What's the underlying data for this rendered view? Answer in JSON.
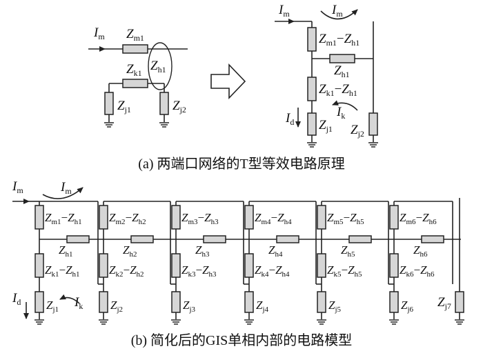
{
  "captions": {
    "a": "(a)  两端口网络的T型等效电路原理",
    "b": "(b)  简化后的GIS单相内部的电路模型"
  },
  "a_left": {
    "Zm1": [
      "Z",
      "m1"
    ],
    "Zh1": [
      "Z",
      "h1"
    ],
    "Zk1": [
      "Z",
      "k1"
    ],
    "Zj1": [
      "Z",
      "j1"
    ],
    "Zj2": [
      "Z",
      "j2"
    ],
    "Im": [
      "I",
      "m"
    ]
  },
  "a_right": {
    "Im_in": [
      "I",
      "m"
    ],
    "Im_loop": [
      "I",
      "m"
    ],
    "Zm1h1": [
      "Z",
      "m1",
      "−",
      "Z",
      "h1"
    ],
    "Zh1": [
      "Z",
      "h1"
    ],
    "Zk1h1": [
      "Z",
      "k1",
      "−",
      "Z",
      "h1"
    ],
    "Zj1": [
      "Z",
      "j1"
    ],
    "Zj2": [
      "Z",
      "j2"
    ],
    "Id": [
      "I",
      "d"
    ],
    "Ik": [
      "I",
      "k"
    ]
  },
  "b": {
    "Im_in": [
      "I",
      "m"
    ],
    "Im_loop": [
      "I",
      "m"
    ],
    "Id": [
      "I",
      "d"
    ],
    "Ik": [
      "I",
      "k"
    ],
    "sections": [
      {
        "top": [
          "Z",
          "m1",
          "−",
          "Z",
          "h1"
        ],
        "mid": [
          "Z",
          "h1"
        ],
        "low": [
          "Z",
          "k1",
          "−",
          "Z",
          "h1"
        ],
        "j": [
          "Z",
          "j1"
        ]
      },
      {
        "top": [
          "Z",
          "m2",
          "−",
          "Z",
          "h2"
        ],
        "mid": [
          "Z",
          "h2"
        ],
        "low": [
          "Z",
          "k2",
          "−",
          "Z",
          "h2"
        ],
        "j": [
          "Z",
          "j2"
        ]
      },
      {
        "top": [
          "Z",
          "m3",
          "−",
          "Z",
          "h3"
        ],
        "mid": [
          "Z",
          "h3"
        ],
        "low": [
          "Z",
          "k3",
          "−",
          "Z",
          "h3"
        ],
        "j": [
          "Z",
          "j3"
        ]
      },
      {
        "top": [
          "Z",
          "m4",
          "−",
          "Z",
          "h4"
        ],
        "mid": [
          "Z",
          "h4"
        ],
        "low": [
          "Z",
          "k4",
          "−",
          "Z",
          "h4"
        ],
        "j": [
          "Z",
          "j4"
        ]
      },
      {
        "top": [
          "Z",
          "m5",
          "−",
          "Z",
          "h5"
        ],
        "mid": [
          "Z",
          "h5"
        ],
        "low": [
          "Z",
          "k5",
          "−",
          "Z",
          "h5"
        ],
        "j": [
          "Z",
          "j5"
        ]
      },
      {
        "top": [
          "Z",
          "m6",
          "−",
          "Z",
          "h6"
        ],
        "mid": [
          "Z",
          "h6"
        ],
        "low": [
          "Z",
          "k6",
          "−",
          "Z",
          "h6"
        ],
        "j": [
          "Z",
          "j6"
        ]
      }
    ],
    "last_j": [
      "Z",
      "j7"
    ]
  }
}
